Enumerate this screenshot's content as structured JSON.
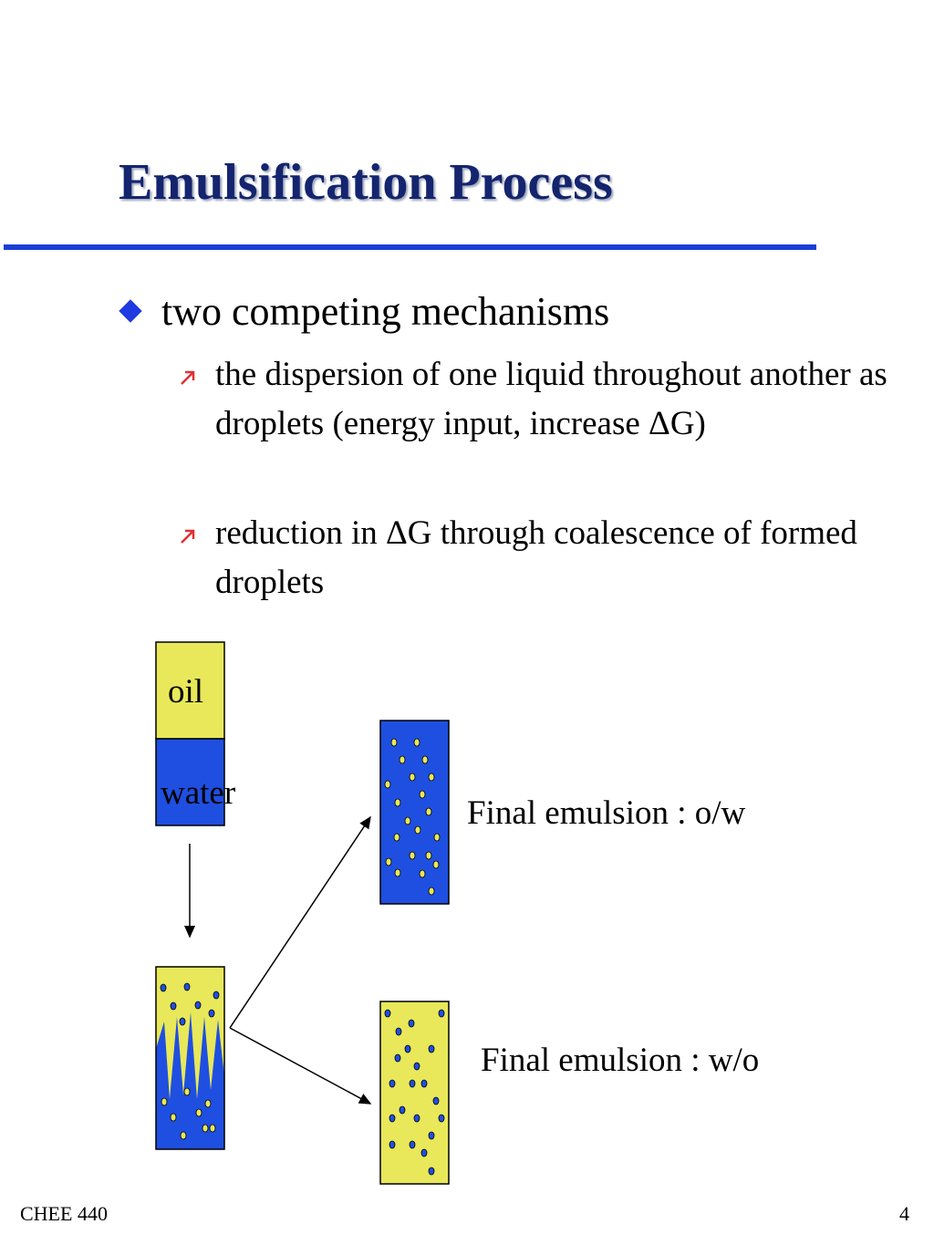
{
  "slide": {
    "title": "Emulsification Process",
    "bullet": "two competing mechanisms",
    "sub_bullets": [
      "the dispersion of one liquid throughout another as droplets (energy input, increase ΔG)",
      "reduction in ΔG through coalescence of formed droplets"
    ],
    "footer_left": "CHEE 440",
    "footer_right": "4"
  },
  "diagram": {
    "oil_label": "oil",
    "water_label": "water",
    "ow_label": "Final emulsion : o/w",
    "wo_label": "Final emulsion : w/o",
    "colors": {
      "oil": "#e8e85a",
      "water": "#1f4fe0",
      "accent_rule": "#1a3fd6",
      "title": "#14246e",
      "sub_arrow": "#e03030"
    }
  }
}
